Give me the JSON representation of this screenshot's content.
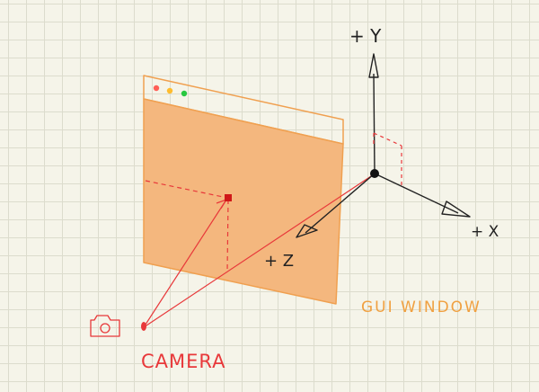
{
  "labels": {
    "axis_y": "+ Y",
    "axis_x": "+ X",
    "axis_z": "+ Z",
    "gui_window": "GUI WINDOW",
    "camera": "CAMERA"
  },
  "colors": {
    "window_fill": "#f4b77e",
    "window_stroke": "#f0a050",
    "ray": "#e8383a",
    "axes": "#222222",
    "gui_label": "#f0a040",
    "camera_label": "#e8383a",
    "dot_red": "#ff5f57",
    "dot_yellow": "#febc2e",
    "dot_green": "#28c840",
    "grid_bg": "#f5f4e9"
  },
  "icons": {
    "camera": "camera-icon"
  }
}
